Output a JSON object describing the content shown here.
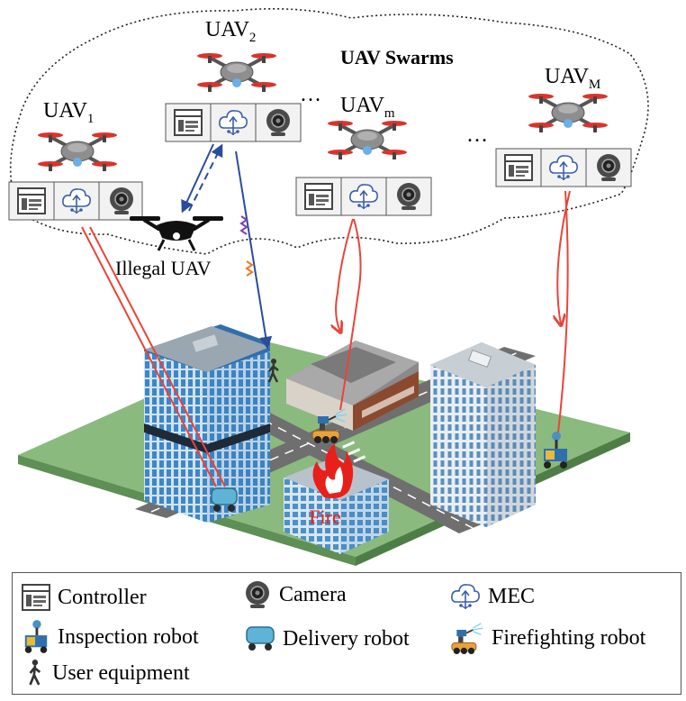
{
  "swarm": {
    "title": "UAV Swarms",
    "uavs": [
      {
        "base": "UAV",
        "sub": "1"
      },
      {
        "base": "UAV",
        "sub": "2"
      },
      {
        "base": "UAV",
        "sub": "m"
      },
      {
        "base": "UAV",
        "sub": "M"
      }
    ],
    "ellipsis": "…"
  },
  "illegal_uav": "Illegal UAV",
  "fire": "Fire",
  "legend": {
    "controller": "Controller",
    "camera": "Camera",
    "mec": "MEC",
    "inspection_robot": "Inspection robot",
    "delivery_robot": "Delivery robot",
    "firefighting_robot": "Firefighting robot",
    "user_equipment": "User equipment"
  },
  "colors": {
    "link_red": "#e8443a",
    "link_blue": "#2b4c9a",
    "ground": "#8aba7e",
    "road": "#6f6f6f",
    "building": "#3f86c6",
    "fire": "#e8201a",
    "rotor": "#d9342b"
  }
}
